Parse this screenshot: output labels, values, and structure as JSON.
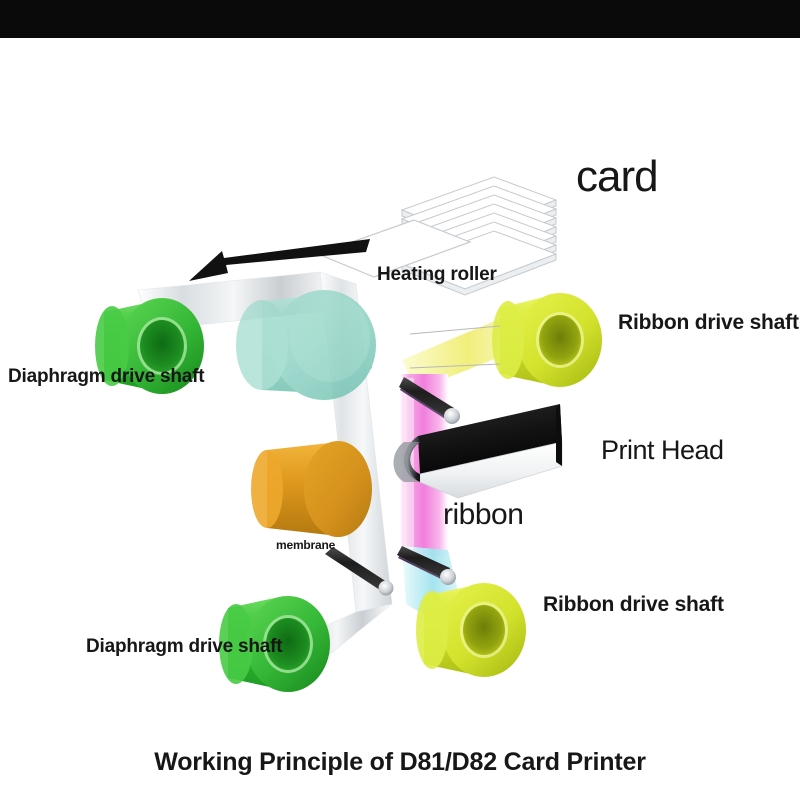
{
  "page": {
    "title": "Working Principle of D81/D82 Card Printer",
    "background_color": "#ffffff",
    "top_bar_color": "#0a0a0a",
    "text_color": "#171717"
  },
  "labels": {
    "card": "card",
    "heating_roller": "Heating roller",
    "ribbon_drive_shaft_top": "Ribbon drive shaft",
    "diaphragm_drive_shaft_top": "Diaphragm drive shaft",
    "print_head": "Print Head",
    "ribbon": "ribbon",
    "membrane": "membrane",
    "ribbon_drive_shaft_bottom": "Ribbon drive shaft",
    "diaphragm_drive_shaft_bottom": "Diaphragm drive shaft"
  },
  "colors": {
    "green_spool": "#3cc23c",
    "green_spool_dark": "#1f9b22",
    "yellow_spool": "#d8e830",
    "yellow_spool_dark": "#b6c818",
    "orange_roller": "#e09a1e",
    "orange_roller_dark": "#c5821a",
    "heating_roller": "#8fd3c4",
    "heating_roller_dark": "#6fc0ae",
    "ribbon_magenta": "#f48fe0",
    "ribbon_yellow": "#f2f07a",
    "ribbon_cyan": "#9fe3ee",
    "print_head_top": "#1a1a1a",
    "print_head_bottom": "#fbfbfb",
    "membrane_silver": "#e8eaec",
    "card_white": "#ffffff",
    "arrow_black": "#111111",
    "pin_black": "#242424"
  },
  "components": {
    "card_stack_count": 8,
    "ribbon_panels": [
      "yellow",
      "magenta",
      "cyan"
    ],
    "arrow_direction": "left"
  }
}
